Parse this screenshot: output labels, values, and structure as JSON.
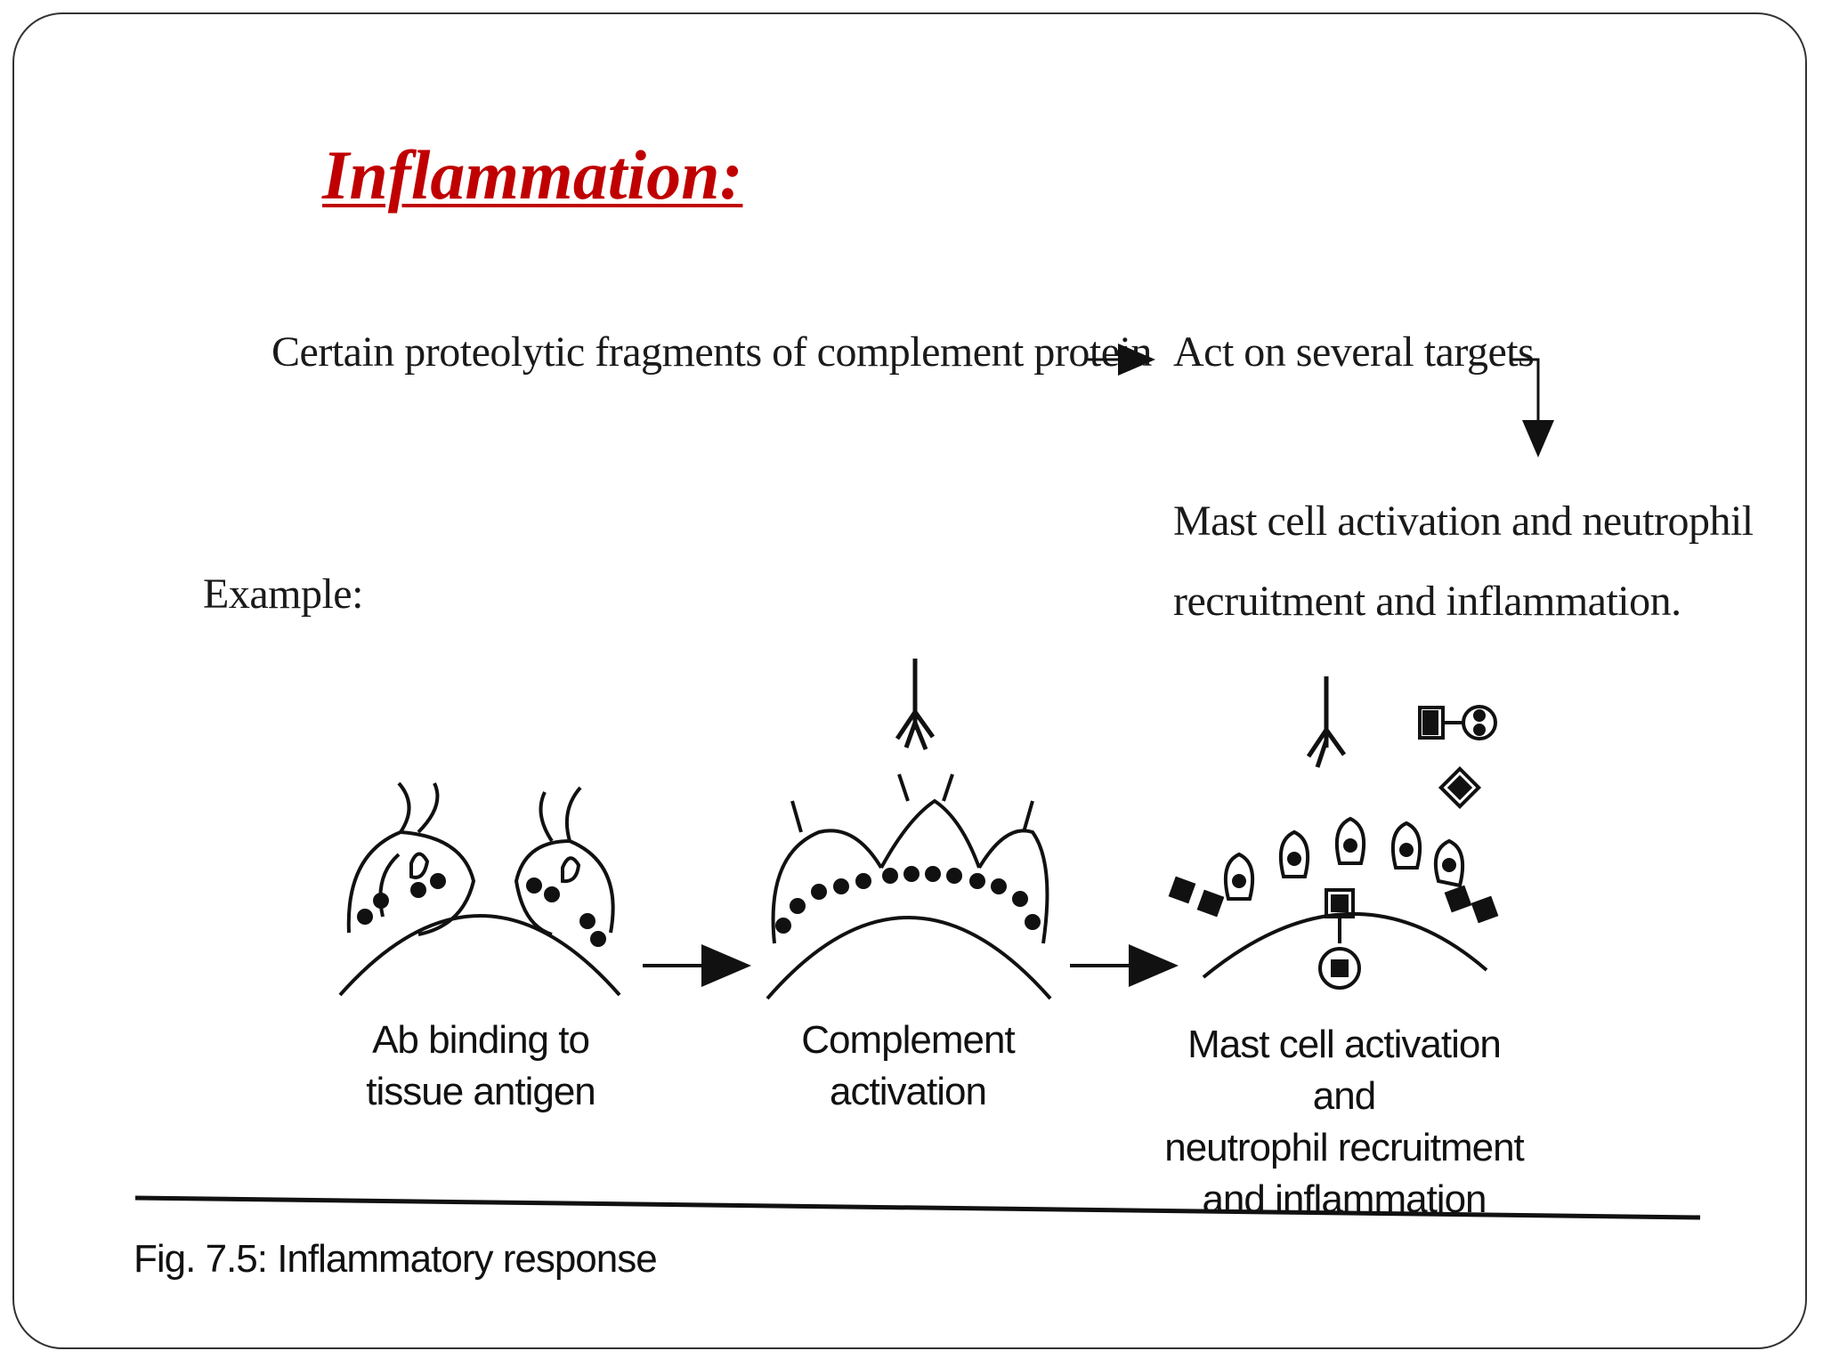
{
  "slide": {
    "title": "Inflammation:"
  },
  "flow": {
    "source": "Certain proteolytic fragments of complement protein",
    "target": "Act on several targets",
    "result_line1": "Mast cell activation and neutrophil",
    "result_line2": "recruitment and inflammation.",
    "example_label": "Example:"
  },
  "figure": {
    "stage1_line1": "Ab binding to",
    "stage1_line2": "tissue antigen",
    "stage2_line1": "Complement",
    "stage2_line2": "activation",
    "stage3_line1": "Mast cell activation and",
    "stage3_line2": "neutrophil recruitment",
    "stage3_line3": "and inflammation",
    "caption": "Fig. 7.5: Inflammatory response"
  }
}
